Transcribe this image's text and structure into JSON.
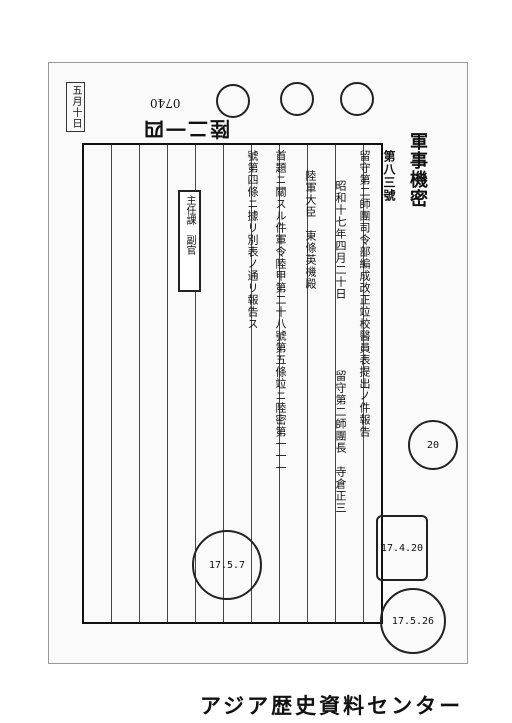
{
  "left_edge_mark": "五月十日",
  "page_number": "0740",
  "serial_number": "陸二一四",
  "category": "軍事機密",
  "item_number": "第八三號",
  "document_title": "留守第二師團司令部編成改正竝校醫員表提出ノ件報告",
  "date": "昭和十七年四月二十日",
  "sender": "留守第二師團長　寺倉正三",
  "addressee": "陸軍大臣　東條英機殿",
  "body_line_1": "首題ニ關スル件軍令陸甲第二十八號第五條竝ニ陸密第一一一",
  "body_line_2": "號第四條ニ據リ別表ノ通リ報告ス",
  "box_stamp": "主任課　副官",
  "date_stamp_1": "17.4.20",
  "date_stamp_2": "17.5.7",
  "date_stamp_3": "17.5.26",
  "date_stamp_right": "20",
  "footer": "アジア歴史資料センター"
}
